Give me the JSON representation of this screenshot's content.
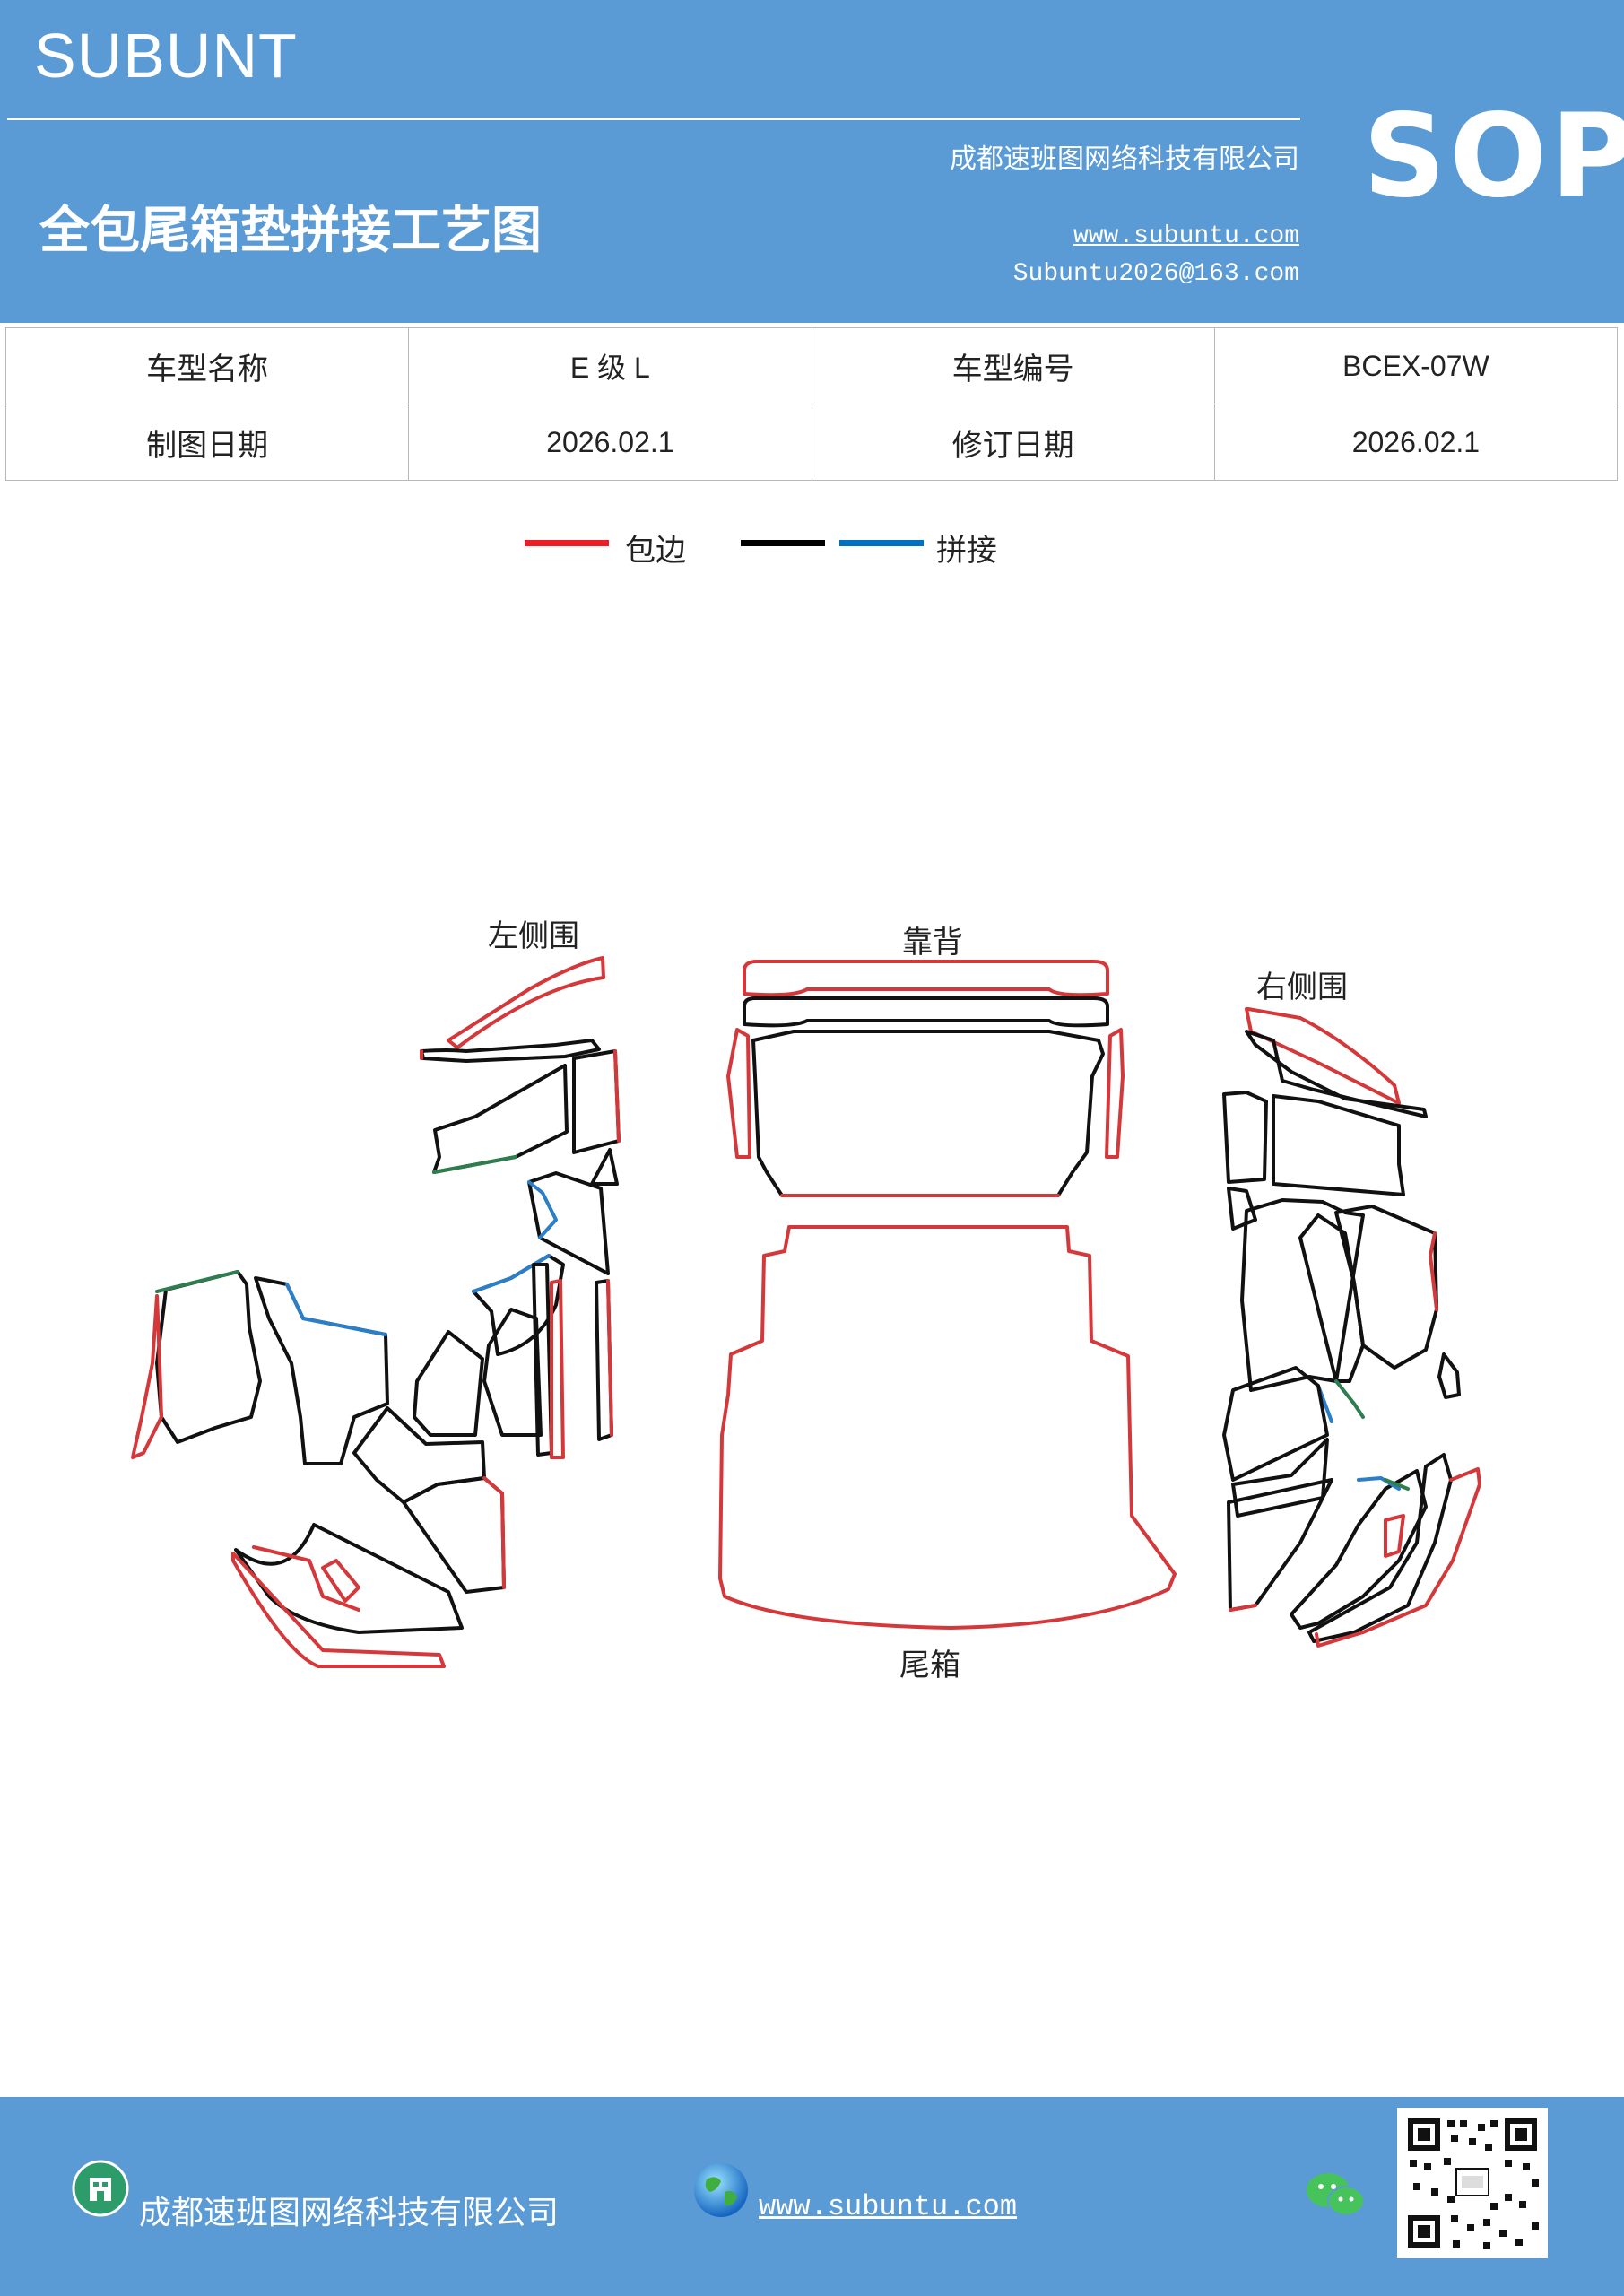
{
  "header": {
    "brand": "SUBUNT",
    "title": "全包尾箱垫拼接工艺图",
    "company": "成都速班图网络科技有限公司",
    "website": "www.subuntu.com",
    "email": "Subuntu2026@163.com",
    "badge": "SOP",
    "background_color": "#5b9bd5"
  },
  "info_table": {
    "rows": [
      {
        "label1": "车型名称",
        "value1": "E 级 L",
        "label2": "车型编号",
        "value2": "BCEX-07W"
      },
      {
        "label1": "制图日期",
        "value1": "2026.02.1",
        "label2": "修订日期",
        "value2": "2026.02.1"
      }
    ]
  },
  "legend": {
    "items": [
      {
        "label": "包边",
        "color": "#ee1c25"
      },
      {
        "label": "",
        "color": "#000000"
      },
      {
        "label": "拼接",
        "color": "#0070c0"
      }
    ]
  },
  "diagram": {
    "labels": {
      "left": "左侧围",
      "back": "靠背",
      "right": "右侧围",
      "trunk": "尾箱"
    },
    "line_colors": {
      "edge": "#d4383a",
      "seam": "#111111",
      "joint": "#2a7fc8",
      "green": "#2e7d4f"
    }
  },
  "footer": {
    "company": "成都速班图网络科技有限公司",
    "website": "www.subuntu.com",
    "icons": [
      "building-icon",
      "globe-icon",
      "wechat-icon",
      "qr-code"
    ]
  }
}
